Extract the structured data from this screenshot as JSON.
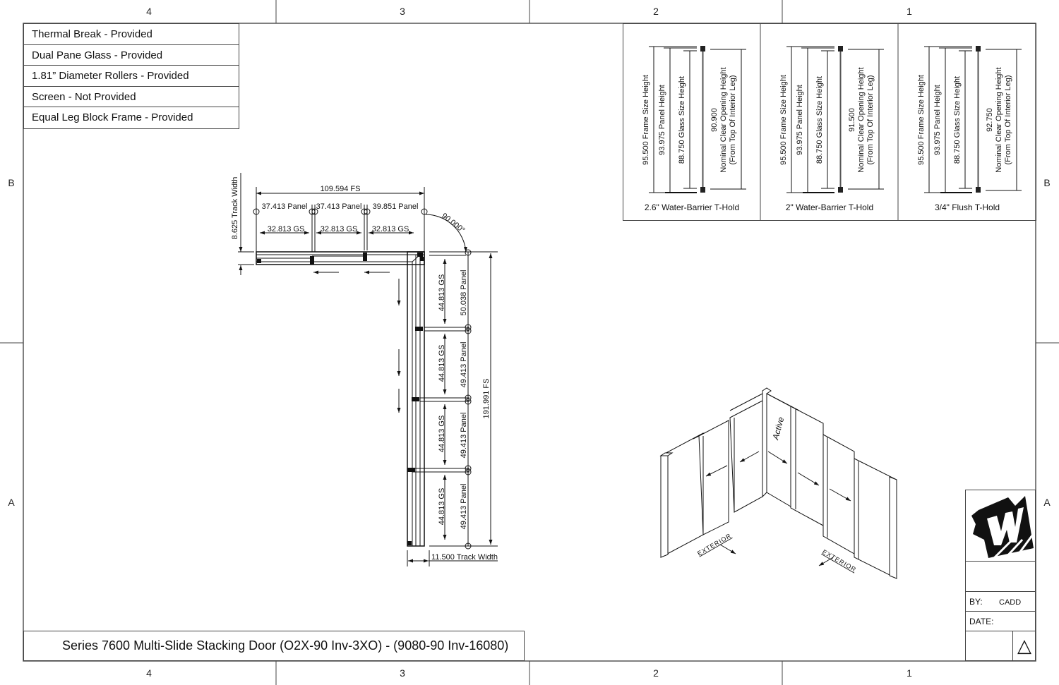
{
  "sheet": {
    "zones_columns": [
      "4",
      "3",
      "2",
      "1"
    ],
    "zones_rows": [
      "B",
      "A"
    ]
  },
  "spec_table": {
    "rows": [
      "Thermal Break - Provided",
      "Dual Pane Glass - Provided",
      "1.81” Diameter Rollers - Provided",
      "Screen - Not Provided",
      "Equal Leg Block Frame - Provided"
    ]
  },
  "plan_view": {
    "top_leg": {
      "frame_size": "109.594 FS",
      "track_width": "8.625 Track Width",
      "panels": [
        "37.413 Panel",
        "37.413 Panel",
        "39.851 Panel"
      ],
      "glass_sizes": [
        "32.813 GS",
        "32.813 GS",
        "32.813 GS"
      ]
    },
    "corner_angle": "90.000°",
    "right_leg": {
      "frame_size": "191.991 FS",
      "track_width": "11.500 Track Width",
      "panels": [
        "50.038 Panel",
        "49.413 Panel",
        "49.413 Panel",
        "49.413 Panel"
      ],
      "glass_sizes": [
        "44.813 GS",
        "44.813 GS",
        "44.813 GS",
        "44.813 GS"
      ]
    }
  },
  "sill_sections": [
    {
      "frame_size_height": "95.500 Frame Size Height",
      "panel_height": "93.975 Panel Height",
      "glass_size_height": "88.750 Glass Size Height",
      "clear_opening_value": "90.900",
      "clear_opening_label": "Nominal Clear Opening Height",
      "clear_opening_note": "(From Top Of Interior Leg)",
      "caption": "2.6\" Water-Barrier T-Hold"
    },
    {
      "frame_size_height": "95.500 Frame Size Height",
      "panel_height": "93.975 Panel Height",
      "glass_size_height": "88.750 Glass Size Height",
      "clear_opening_value": "91.500",
      "clear_opening_label": "Nominal Clear Opening Height",
      "clear_opening_note": "(From Top Of Interior Leg)",
      "caption": "2\" Water-Barrier T-Hold"
    },
    {
      "frame_size_height": "95.500 Frame Size Height",
      "panel_height": "93.975 Panel Height",
      "glass_size_height": "88.750 Glass Size Height",
      "clear_opening_value": "92.750",
      "clear_opening_label": "Nominal Clear Opening Height",
      "clear_opening_note": "(From Top Of Interior Leg)",
      "caption": "3/4\" Flush T-Hold"
    }
  ],
  "iso_view": {
    "active_label": "Active",
    "exterior_label_left": "EXTERIOR",
    "exterior_label_right": "EXTERIOR"
  },
  "title_block": {
    "by_label": "BY:",
    "by_value": "CADD",
    "date_label": "DATE:",
    "date_value": "",
    "revision_symbol": "△"
  },
  "drawing_title": "Series 7600 Multi-Slide Stacking Door (O2X-90 Inv-3XO) - (9080-90 Inv-16080)"
}
